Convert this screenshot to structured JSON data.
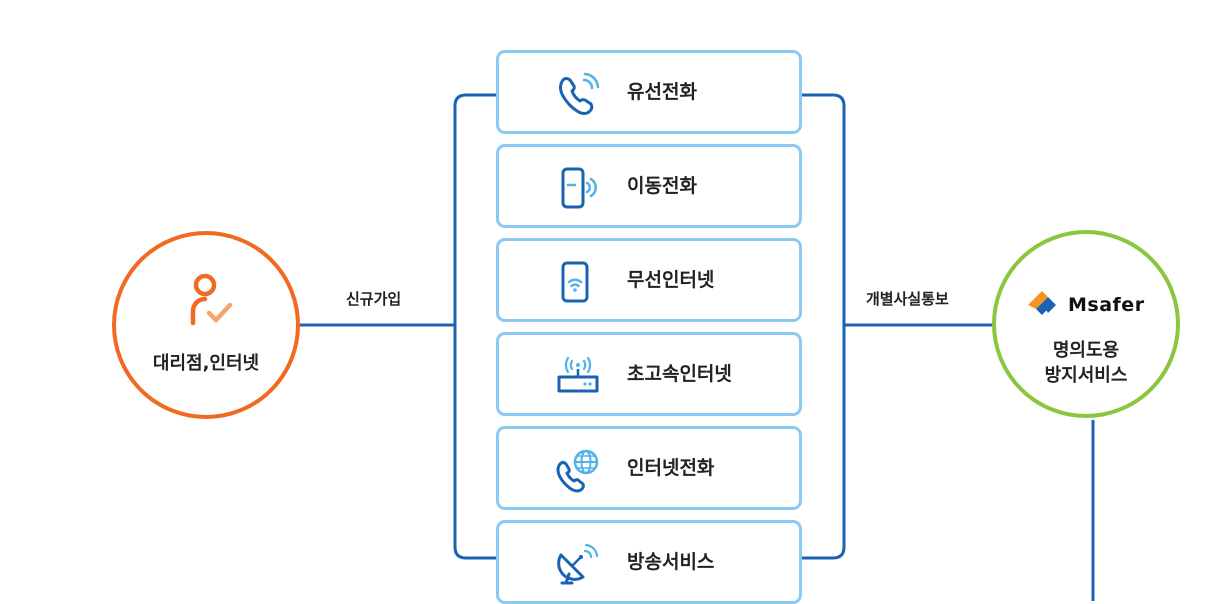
{
  "source_node": {
    "label": "대리점,인터넷",
    "icon": "person-check-icon",
    "color": "#f26a21"
  },
  "target_node": {
    "logo_text": "Msafer",
    "line1": "명의도용",
    "line2": "방지서비스",
    "icon": "msafer-logo-icon",
    "color": "#8cc63f"
  },
  "edge_left_label": "신규가입",
  "edge_right_label": "개별사실통보",
  "services": [
    {
      "label": "유선전화",
      "icon": "wired-phone-icon"
    },
    {
      "label": "이동전화",
      "icon": "mobile-phone-icon"
    },
    {
      "label": "무선인터넷",
      "icon": "wireless-internet-icon"
    },
    {
      "label": "초고속인터넷",
      "icon": "router-icon"
    },
    {
      "label": "인터넷전화",
      "icon": "internet-phone-icon"
    },
    {
      "label": "방송서비스",
      "icon": "satellite-dish-icon"
    }
  ],
  "colors": {
    "connector": "#1a63b3",
    "service_border": "#8cc9f2",
    "icon_blue": "#1a63b3",
    "icon_light": "#4fb3e8"
  }
}
